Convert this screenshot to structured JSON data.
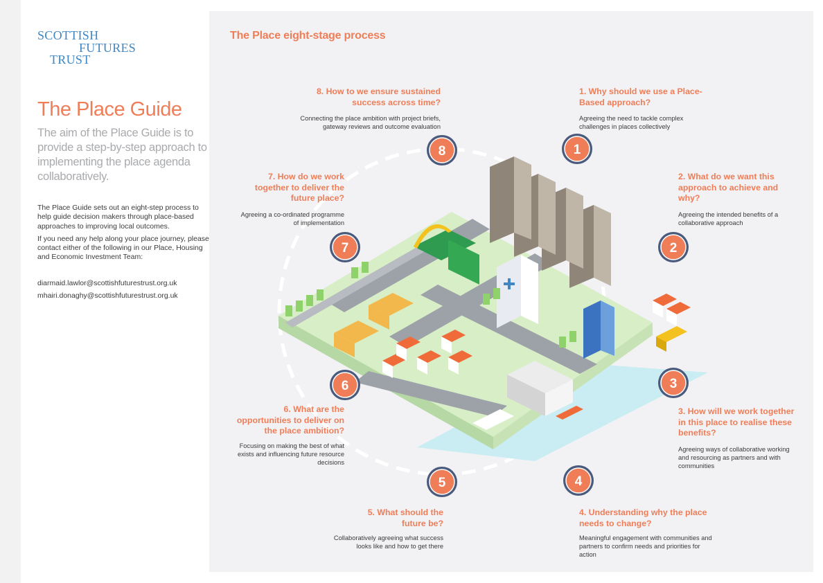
{
  "logo": {
    "line1": "SCOTTISH",
    "line2": "FUTURES",
    "line3": "TRUST"
  },
  "sidebar": {
    "title": "The Place Guide",
    "intro": "The aim of the Place Guide is to provide a step-by-step approach to implementing the place agenda collaboratively.",
    "body1": "The Place Guide sets out an eight-step process to help guide decision makers through place-based approaches to improving local outcomes.",
    "body2": "If you need any help along your place journey, please contact either of the following in our Place, Housing and Economic Investment Team:",
    "email1": "diarmaid.lawlor@scottishfuturestrust.org.uk",
    "email2": "mhairi.donaghy@scottishfuturestrust.org.uk"
  },
  "process": {
    "title": "The Place eight-stage process",
    "stages": [
      {
        "number": "1",
        "heading": "1. Why should we use a Place-Based approach?",
        "desc": "Agreeing the need to tackle complex challenges in places collectively"
      },
      {
        "number": "2",
        "heading": "2. What do we want this approach to achieve and why?",
        "desc": "Agreeing the intended benefits of a collaborative approach"
      },
      {
        "number": "3",
        "heading": "3. How will we work together in this place to realise these benefits?",
        "desc": "Agreeing ways of collaborative working and resourcing as partners and with communities"
      },
      {
        "number": "4",
        "heading": "4. Understanding why the place needs to change?",
        "desc": "Meaningful engagement with communities and partners to confirm needs and priorities for action"
      },
      {
        "number": "5",
        "heading": "5. What should the future be?",
        "desc": "Collaboratively agreeing what success looks like and how to get there"
      },
      {
        "number": "6",
        "heading": "6. What are the opportunities to deliver on the place ambition?",
        "desc": "Focusing on making the best of what exists and influencing future resource decisions"
      },
      {
        "number": "7",
        "heading": "7. How do we work together to deliver the future place?",
        "desc": "Agreeing a co-ordinated programme of implementation"
      },
      {
        "number": "8",
        "heading": "8. How to we ensure sustained success across time?",
        "desc": "Connecting the place ambition with project briefs, gateway reviews and outcome evaluation"
      }
    ]
  },
  "colors": {
    "accent": "#ef7d57",
    "badge_ring": "#4a5a7c",
    "logo_blue": "#3f86c4",
    "muted": "#a8aaad"
  }
}
